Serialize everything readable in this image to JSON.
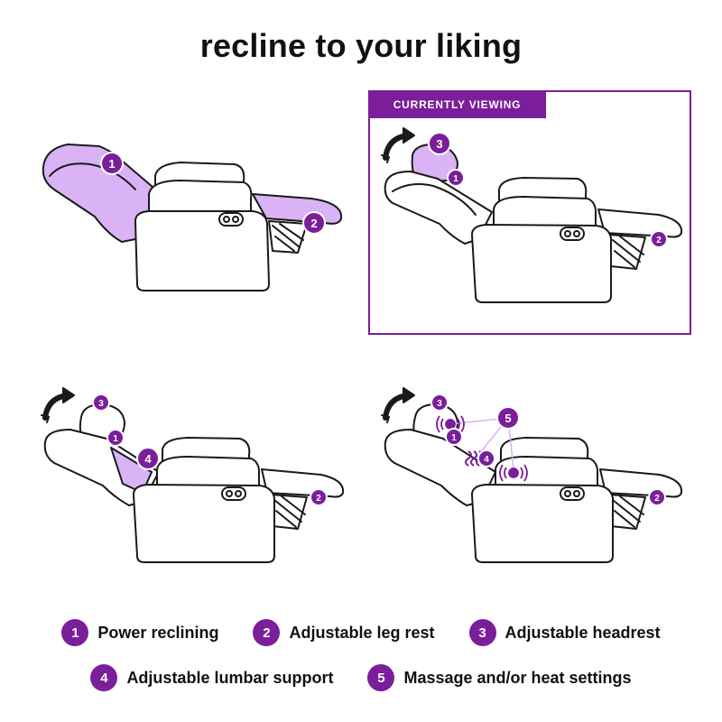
{
  "title": "recline to your liking",
  "current_tag": "CURRENTLY VIEWING",
  "colors": {
    "accent": "#7a1e9a",
    "highlight": "#d9b3f5",
    "outline": "#1a1a1a",
    "background": "#ffffff"
  },
  "badges": {
    "b1": "1",
    "b2": "2",
    "b3": "3",
    "b4": "4",
    "b5": "5"
  },
  "legend": [
    {
      "num": "1",
      "label": "Power reclining"
    },
    {
      "num": "2",
      "label": "Adjustable leg rest"
    },
    {
      "num": "3",
      "label": "Adjustable headrest"
    },
    {
      "num": "4",
      "label": "Adjustable lumbar support"
    },
    {
      "num": "5",
      "label": "Massage and/or heat settings"
    }
  ],
  "icons": {
    "rotate": "curved-arrow-icon",
    "buttons": "control-buttons-icon",
    "vibration": "vibration-icon"
  }
}
